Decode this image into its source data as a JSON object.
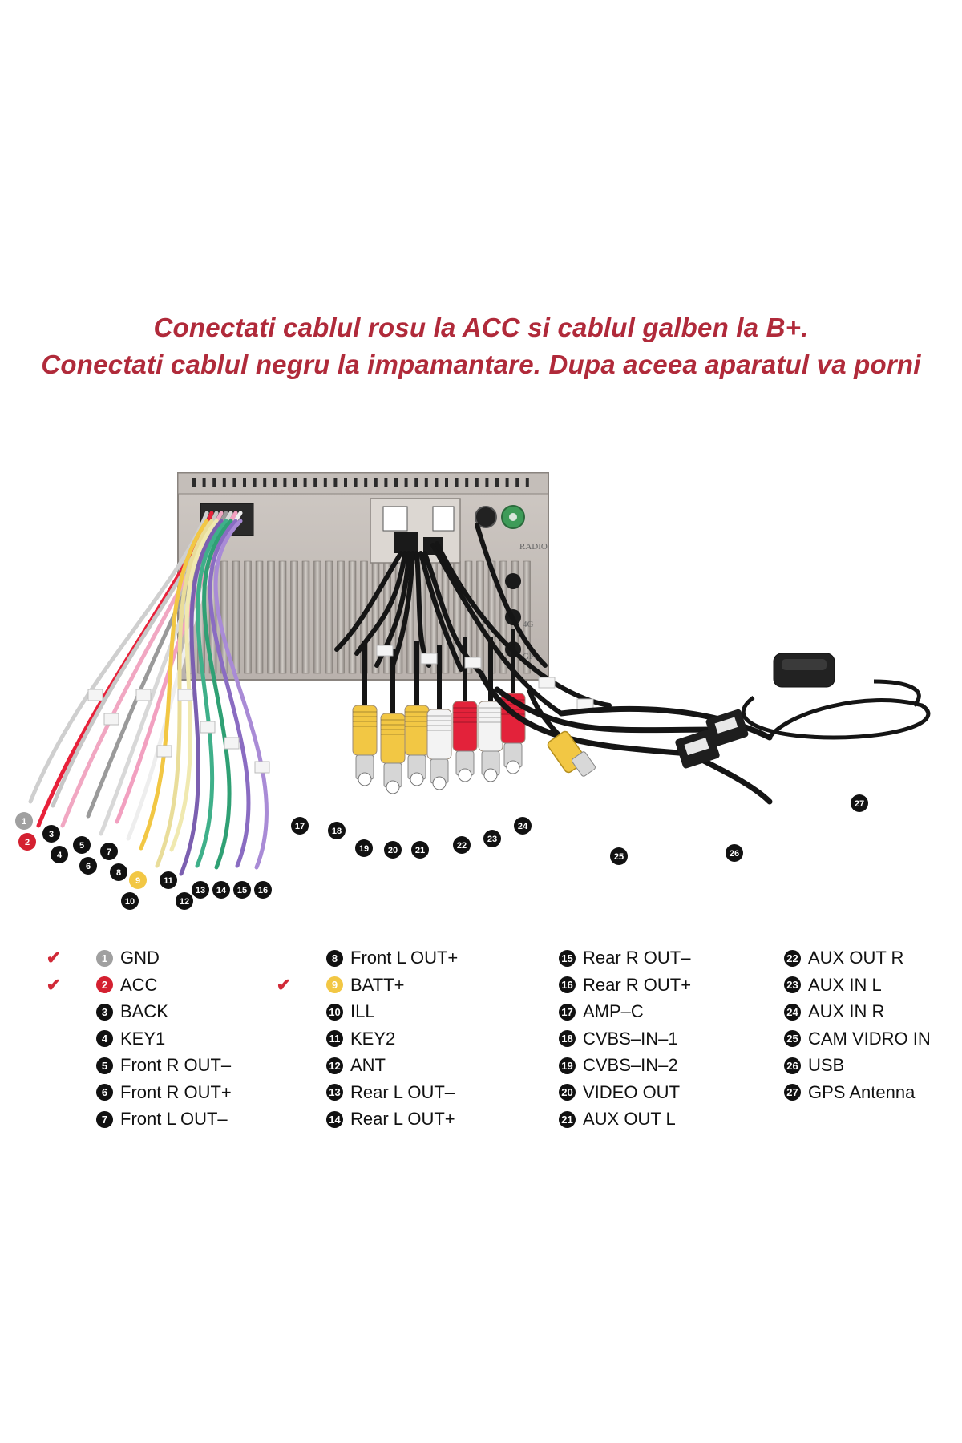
{
  "instructions": {
    "line1": "Conectati cablul rosu la ACC si cablul galben la B+.",
    "line2": "Conectati cablul negru la impamantare. Dupa aceea aparatul va porni"
  },
  "unit_labels": {
    "radio": "RADIO",
    "g4": "4G",
    "gps": "GPS"
  },
  "colors": {
    "title": "#b02a3a",
    "check": "#d12a38",
    "badge_default": "#111111",
    "badge_gnd": "#a0a0a0",
    "badge_acc": "#d42030",
    "badge_batt": "#f2c744"
  },
  "legend": [
    {
      "num": "1",
      "label": "GND",
      "checked": true,
      "badge": "gray"
    },
    {
      "num": "2",
      "label": "ACC",
      "checked": true,
      "badge": "red"
    },
    {
      "num": "3",
      "label": "BACK",
      "checked": false,
      "badge": "black"
    },
    {
      "num": "4",
      "label": "KEY1",
      "checked": false,
      "badge": "black"
    },
    {
      "num": "5",
      "label": "Front R OUT–",
      "checked": false,
      "badge": "black"
    },
    {
      "num": "6",
      "label": "Front R OUT+",
      "checked": false,
      "badge": "black"
    },
    {
      "num": "7",
      "label": "Front L OUT–",
      "checked": false,
      "badge": "black"
    },
    {
      "num": "8",
      "label": "Front L OUT+",
      "checked": false,
      "badge": "black"
    },
    {
      "num": "9",
      "label": "BATT+",
      "checked": true,
      "badge": "yellow"
    },
    {
      "num": "10",
      "label": "ILL",
      "checked": false,
      "badge": "black"
    },
    {
      "num": "11",
      "label": "KEY2",
      "checked": false,
      "badge": "black"
    },
    {
      "num": "12",
      "label": "ANT",
      "checked": false,
      "badge": "black"
    },
    {
      "num": "13",
      "label": "Rear L OUT–",
      "checked": false,
      "badge": "black"
    },
    {
      "num": "14",
      "label": "Rear L OUT+",
      "checked": false,
      "badge": "black"
    },
    {
      "num": "15",
      "label": "Rear R OUT–",
      "checked": false,
      "badge": "black"
    },
    {
      "num": "16",
      "label": "Rear R OUT+",
      "checked": false,
      "badge": "black"
    },
    {
      "num": "17",
      "label": "AMP–C",
      "checked": false,
      "badge": "black"
    },
    {
      "num": "18",
      "label": "CVBS–IN–1",
      "checked": false,
      "badge": "black"
    },
    {
      "num": "19",
      "label": "CVBS–IN–2",
      "checked": false,
      "badge": "black"
    },
    {
      "num": "20",
      "label": "VIDEO OUT",
      "checked": false,
      "badge": "black"
    },
    {
      "num": "21",
      "label": "AUX OUT L",
      "checked": false,
      "badge": "black"
    },
    {
      "num": "22",
      "label": "AUX OUT R",
      "checked": false,
      "badge": "black"
    },
    {
      "num": "23",
      "label": "AUX IN L",
      "checked": false,
      "badge": "black"
    },
    {
      "num": "24",
      "label": "AUX IN R",
      "checked": false,
      "badge": "black"
    },
    {
      "num": "25",
      "label": "CAM VIDRO IN",
      "checked": false,
      "badge": "black"
    },
    {
      "num": "26",
      "label": "USB",
      "checked": false,
      "badge": "black"
    },
    {
      "num": "27",
      "label": "GPS Antenna",
      "checked": false,
      "badge": "black"
    }
  ],
  "check_symbol": "✔"
}
